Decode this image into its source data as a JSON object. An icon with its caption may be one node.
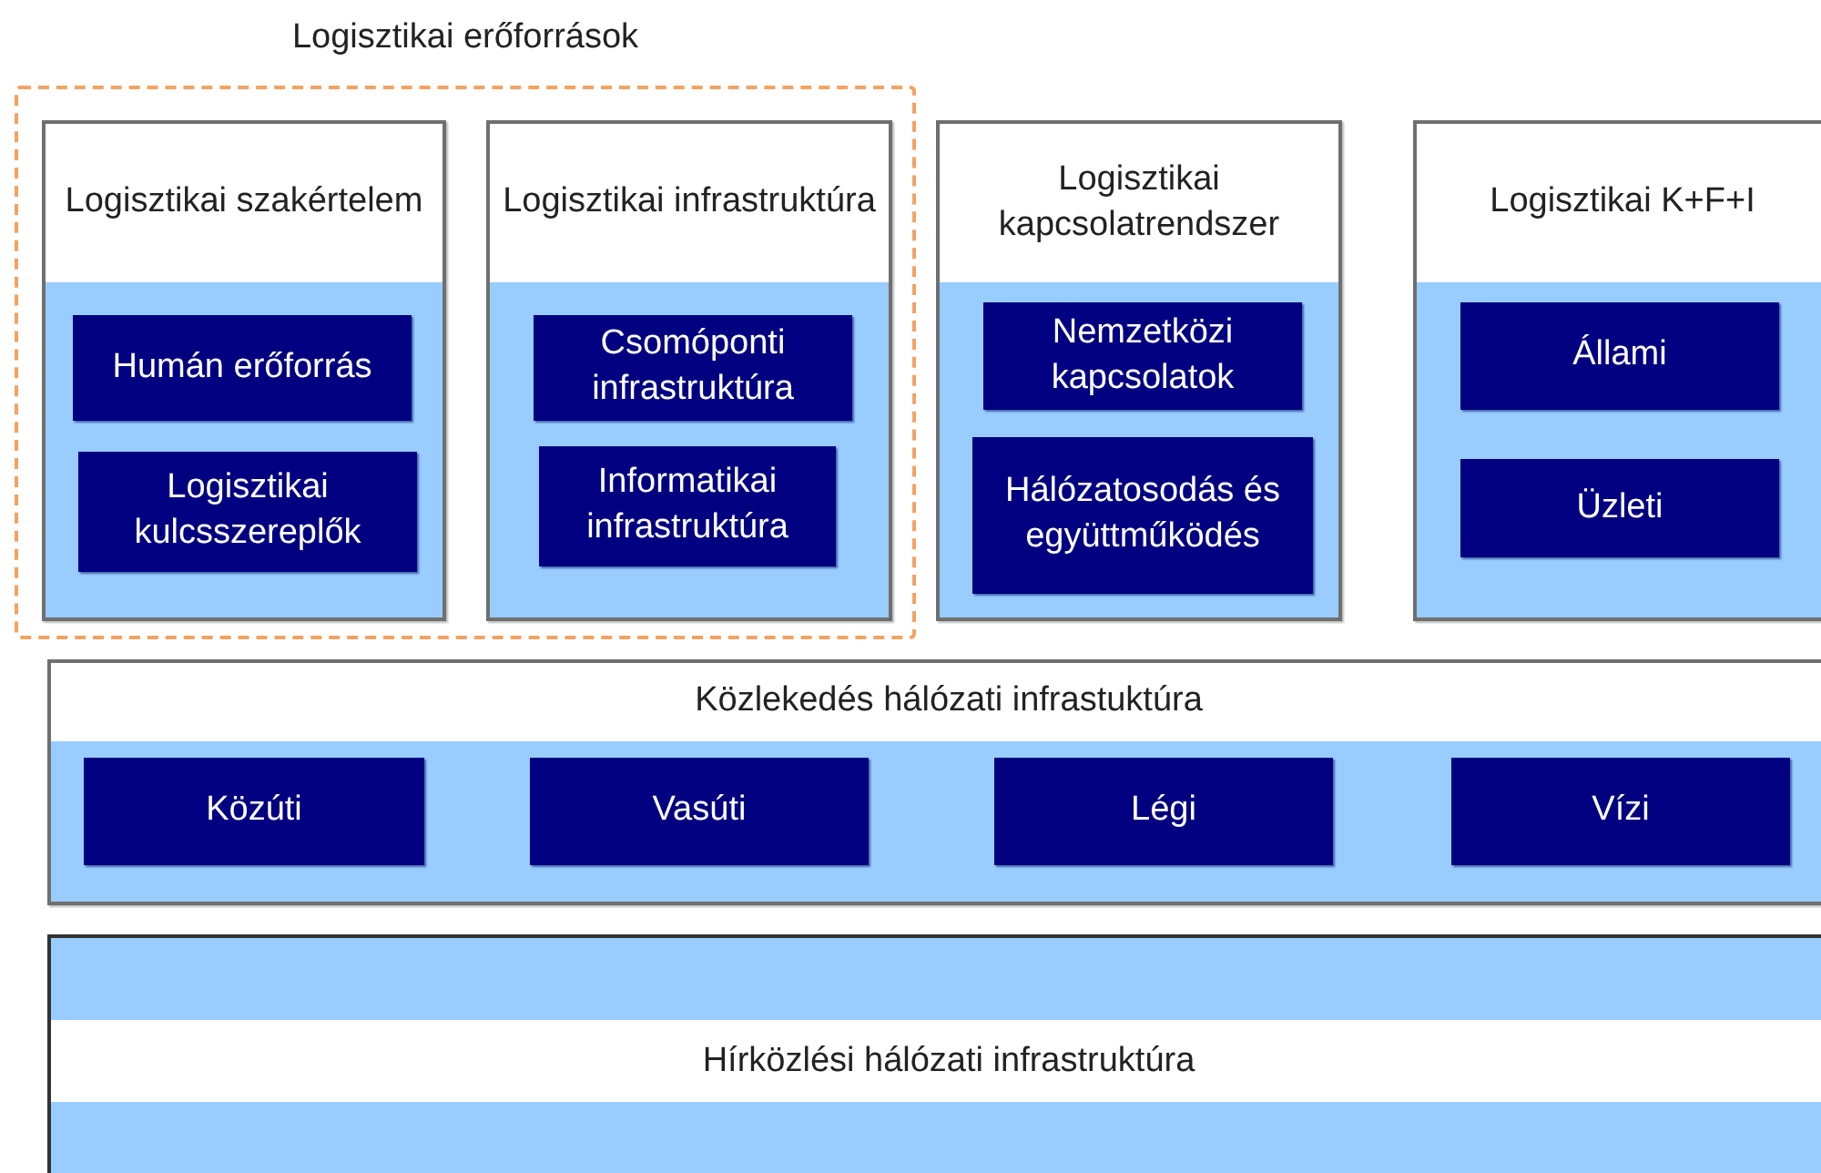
{
  "diagram": {
    "nodes": [
      {
        "text": [
          "Logisztikai erőforrások"
        ]
      },
      {
        "text": [
          "Logisztikai szakértelem"
        ],
        "in": 0
      },
      {
        "text": [
          "Humán erőforrás"
        ],
        "in": 1
      },
      {
        "text": [
          "Logisztikai kulcsszereplők"
        ],
        "in": 1
      },
      {
        "text": [
          "Logisztikai infrastruktúra"
        ],
        "in": 0
      },
      {
        "text": [
          "Csomóponti infrastruktúra"
        ],
        "in": 4
      },
      {
        "text": [
          "Informatikai infrastruktúra"
        ],
        "in": 4
      },
      {
        "text": [
          "Logisztikai kapcsolatrendszer"
        ]
      },
      {
        "text": [
          "Nemzetközi kapcsolatok"
        ],
        "in": 7
      },
      {
        "text": [
          "Hálózatosodás és együttműködés"
        ],
        "in": 7
      },
      {
        "text": [
          "Logisztikai K+F+I"
        ]
      },
      {
        "text": [
          "Állami"
        ],
        "in": 10
      },
      {
        "text": [
          "Üzleti"
        ],
        "in": 10
      },
      {
        "text": [
          "Közlekedés hálózati infrastuktúra"
        ]
      },
      {
        "text": [
          "Közúti"
        ],
        "in": 13
      },
      {
        "text": [
          "Vasúti"
        ],
        "in": 13
      },
      {
        "text": [
          "Légi"
        ],
        "in": 13
      },
      {
        "text": [
          "Vízi"
        ],
        "in": 13
      },
      {
        "text": [
          "Hírközlési hálózati infrastruktúra"
        ]
      }
    ]
  }
}
